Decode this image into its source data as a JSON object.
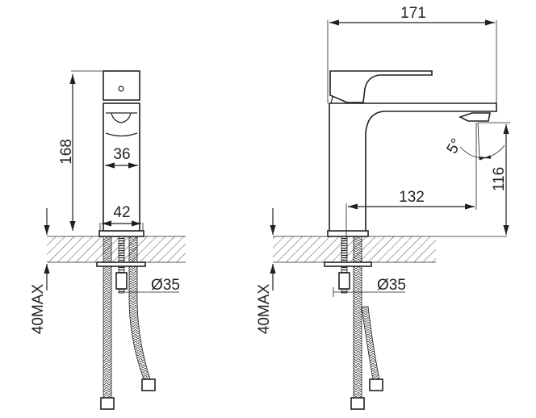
{
  "front_view": {
    "height_label": "168",
    "body_width_label": "36",
    "base_width_label": "42",
    "hole_diameter_label": "Ø35",
    "max_thickness_label": "40MAX"
  },
  "side_view": {
    "overall_length_label": "171",
    "spout_reach_label": "132",
    "spout_height_label": "116",
    "angle_label": "5°",
    "hole_diameter_label": "Ø35",
    "max_thickness_label": "40MAX"
  },
  "colors": {
    "line": "#231f20",
    "background": "#ffffff"
  }
}
